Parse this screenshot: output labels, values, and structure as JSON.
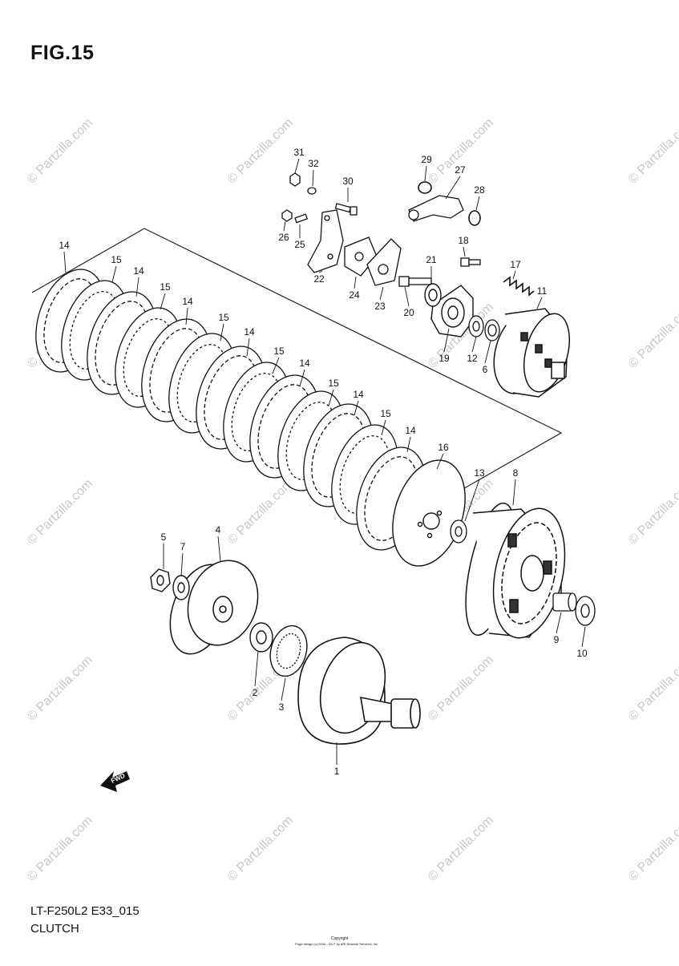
{
  "figure": {
    "title": "FIG.15",
    "model_code": "LT-F250L2 E33_015",
    "section_name": "CLUTCH"
  },
  "copyright": {
    "title": "Copyright",
    "line": "Page design (c) 2004 - 2017 by ARI Network Services, Inc."
  },
  "watermark": {
    "text": "© Partzilla.com"
  },
  "fwd_label": "FWD",
  "part_numbers": [
    "1",
    "2",
    "3",
    "4",
    "5",
    "6",
    "7",
    "8",
    "9",
    "10",
    "11",
    "12",
    "13",
    "14",
    "15",
    "16",
    "17",
    "18",
    "19",
    "20",
    "21",
    "22",
    "23",
    "24",
    "25",
    "26",
    "27",
    "28",
    "29",
    "30",
    "31",
    "32"
  ]
}
